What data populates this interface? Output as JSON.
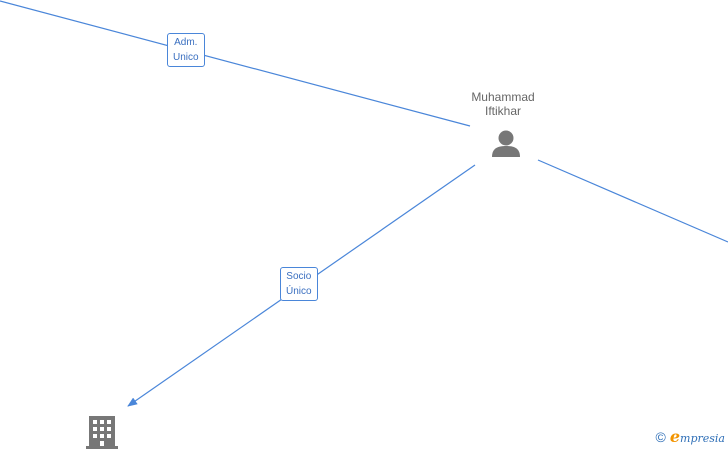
{
  "graph": {
    "person": {
      "name_line1": "Muhammad",
      "name_line2": "Iftikhar",
      "icon": "person-icon"
    },
    "company": {
      "icon": "building-icon"
    },
    "edges": [
      {
        "id": "adm",
        "label_line1": "Adm.",
        "label_line2": "Unico"
      },
      {
        "id": "socio",
        "label_line1": "Socio",
        "label_line2": "Único"
      }
    ],
    "colors": {
      "edge": "#4a86d9",
      "icon": "#777777",
      "label_text": "#3a6fc0"
    }
  },
  "watermark": {
    "copyright": "©",
    "brand_first": "e",
    "brand_rest": "mpresia"
  }
}
